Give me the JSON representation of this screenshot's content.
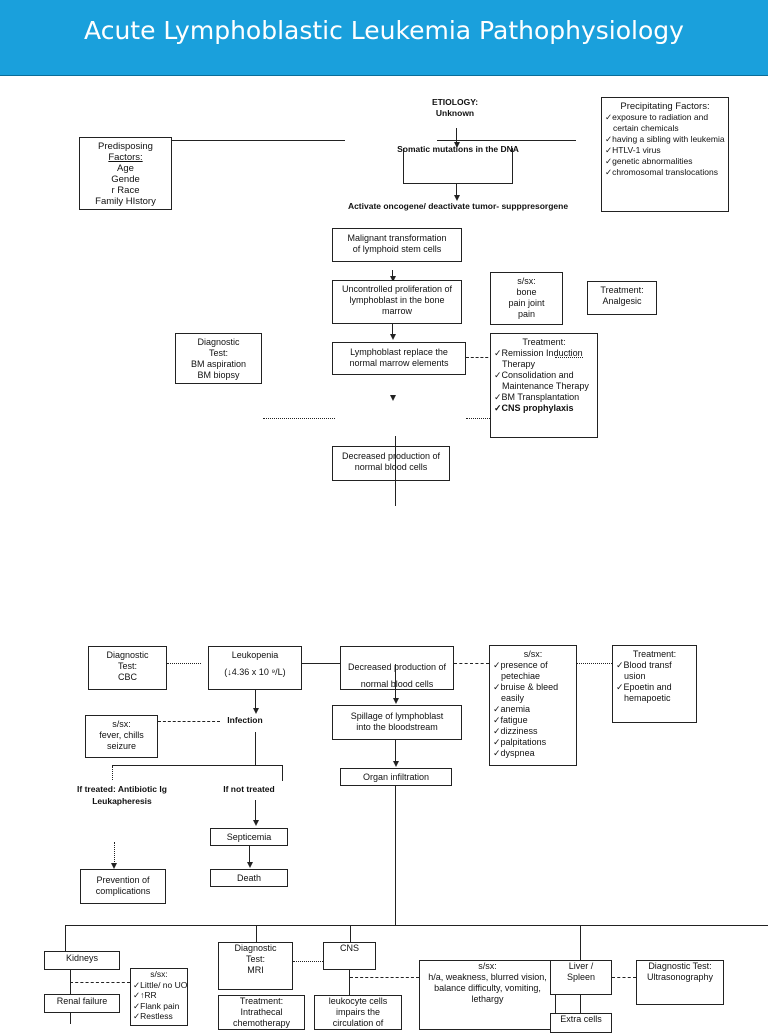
{
  "title": "Acute Lymphoblastic Leukemia Pathophysiology",
  "colors": {
    "header": "#1aa0dc"
  },
  "top": {
    "etiology": "ETIOLOGY:",
    "etiology_value": "Unknown",
    "somatic": "Somatic mutations in the DNA",
    "activate": "Activate oncogene/ deactivate tumor- supppresorgene",
    "predisposing": {
      "title": "Predisposing",
      "subtitle": "Factors:",
      "items": [
        "Age",
        "Gende",
        "r Race",
        "Family HIstory"
      ]
    },
    "precipitating": {
      "title": "Precipitating Factors:",
      "items": [
        "exposure to radiation and certain chemicals",
        "having a sibling with leukemia",
        "HTLV-1 virus",
        "genetic abnormalities",
        "chromosomal translocations"
      ]
    },
    "malignant": "Malignant transformation of lymphoid stem cells",
    "uncontrolled": "Uncontrolled proliferation of lymphoblast in the bone marrow",
    "replace": "Lymphoblast replace the normal marrow elements",
    "decreased": "Decreased production of normal blood cells",
    "diag_bm": {
      "title": "Diagnostic Test:",
      "items": [
        "BM aspiration",
        "BM biopsy"
      ]
    },
    "ssx_bone": {
      "title": "s/sx:",
      "items": [
        "bone",
        "pain joint",
        "pain"
      ]
    },
    "treat_analgesic": {
      "title": "Treatment:",
      "value": "Analgesic"
    },
    "treatment": {
      "title": "Treatment:",
      "items": [
        "Remission Induction Therapy",
        "Consolidation and Maintenance Therapy",
        "BM Transplantation",
        "CNS prophylaxis"
      ]
    }
  },
  "bottom": {
    "diag_cbc": {
      "title": "Diagnostic Test:",
      "value": "CBC"
    },
    "leukopenia": {
      "title": "Leukopenia",
      "value": "(↓4.36 x 10 ⁹/L)"
    },
    "decreased": "Decreased production of normal blood cells",
    "ssx_blood": {
      "title": "s/sx:",
      "items": [
        "presence of petechiae",
        "bruise & bleed easily",
        "anemia",
        "fatigue",
        "dizziness",
        "palpitations",
        "dyspnea"
      ]
    },
    "treatment_blood": {
      "title": "Treatment:",
      "items": [
        "Blood transfusion",
        "Epoetin and hemapoetic"
      ]
    },
    "infection": "Infection",
    "ssx_fever": {
      "title": "s/sx:",
      "items": [
        "fever, chills",
        "seizure"
      ]
    },
    "if_treated": "If treated: Antibiotic Ig",
    "leukapheresis": "Leukapheresis",
    "if_not_treated": "If not treated",
    "septicemia": "Septicemia",
    "death": "Death",
    "prevention": "Prevention of complications",
    "spillage": "Spillage of lymphoblast into the bloodstream",
    "organ": "Organ infiltration",
    "kidneys": "Kidneys",
    "renal": "Renal failure",
    "ssx_kidney": {
      "title": "s/sx:",
      "items": [
        "Little/ no UO",
        "↑RR",
        "Flank pain",
        "Restless"
      ]
    },
    "diag_mri": {
      "title": "Diagnostic Test:",
      "value": "MRI"
    },
    "cns": "CNS",
    "treat_intrathecal": {
      "title": "Treatment:",
      "value": "Intrathecal chemotherapy"
    },
    "leukocyte": "leukocyte cells impairs the circulation of",
    "ssx_cns": {
      "title": "s/sx:",
      "value": "h/a, weakness, blurred vision, balance difficulty, vomiting, lethargy"
    },
    "liver": "Liver / Spleen",
    "diag_us": {
      "title": "Diagnostic Test:",
      "value": "Ultrasonography"
    },
    "extra": "Extra cells"
  }
}
